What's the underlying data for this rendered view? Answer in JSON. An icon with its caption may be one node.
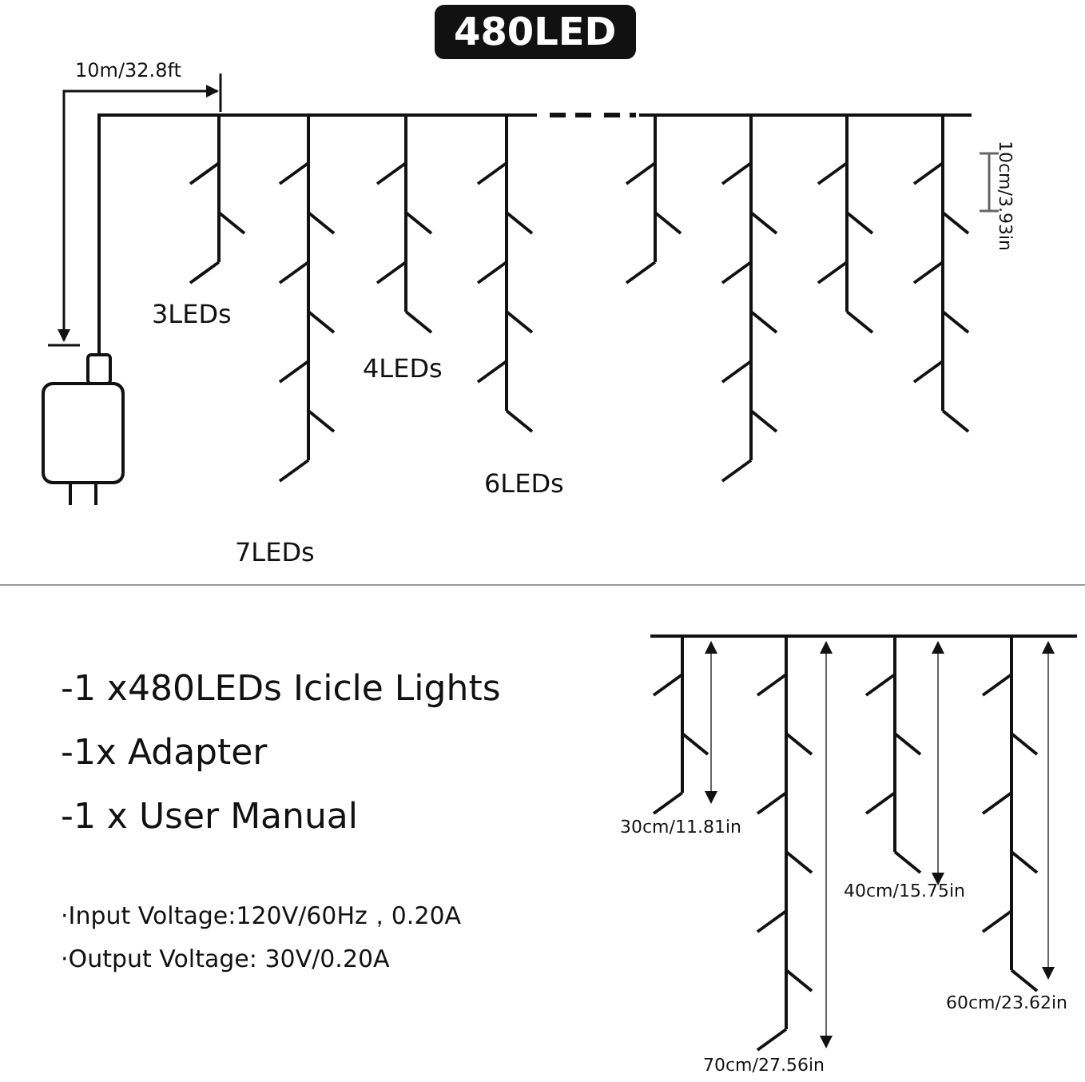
{
  "diagram": {
    "title": "480LED",
    "labels": [
      "10m/32.8ft",
      "10cm/3.93in",
      "3LEDs",
      "4LEDs",
      "6LEDs",
      "7LEDs",
      "-1 x480LEDs Icicle Lights",
      "-1x Adapter",
      "-1 x User Manual",
      "30cm/11.81in",
      "40cm/15.75in",
      "·Input Voltage:120V/60Hz，0.20A",
      "·Output Voltage: 30V/0.20A",
      "60cm/23.62in",
      "70cm/27.56in"
    ]
  }
}
